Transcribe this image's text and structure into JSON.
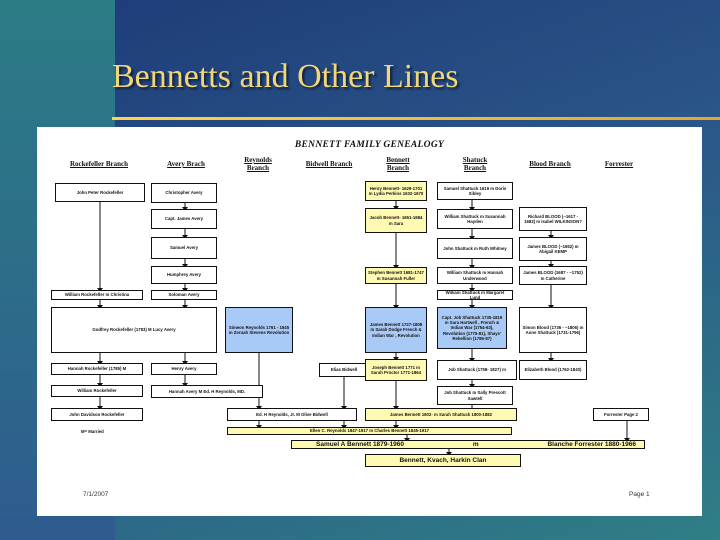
{
  "slide": {
    "title": "Bennetts and Other Lines"
  },
  "document": {
    "title": "BENNETT FAMILY GENEALOGY",
    "branches": [
      "Rockefeller Branch",
      "Avery Brach",
      "Reynolds\nBranch",
      "Bidwell Branch",
      "Bennett\nBranch",
      "Shatuck\nBranch",
      "Blood Branch",
      "Forrester"
    ],
    "boxes": {
      "john_peter_rockefeller": "John Peter Rockefeller",
      "christopher_avery": "Christopher Avery",
      "capt_james_avery": "Capt. James Avery",
      "samuel_avery": "Samuel Avery",
      "humphrey_avery": "Humphrey Avery",
      "william_rockefeller": "William Rockefeller  m Christina",
      "soloman_avery": "Soloman Avery",
      "godfrey_rockefeller": "Godfrey Rockefeller (1783)     M   Lucy Avery",
      "simeon_reynolds": "Simeon Reynolds 1761 - 1845  m  Zeruah Stevens     Revolution",
      "hannah_rockefeller": "Hannah Rockefeller (1785)   M",
      "henry_avery": "Henry Avery",
      "william_rockefeller_2": "William Rockefeller",
      "hannah_avery": "Hannah Avery     M    Ed. H Reynolds, MD.",
      "elias_bidwell": "Elias Bidwell",
      "john_davidson": "John Davidson Rockefeller",
      "ed_reynolds_jr": "Ed. H Reynolds, Jr.    M     Olive Bidwell",
      "ellen_reynolds": "Ellen C. Reynolds    1847-1917     m        Charles Bennett   1845-1917",
      "henry_bennett": "Henry Bennett- 1629-1701  m Lydia Perkins 1632-1670",
      "jacob_bennett": "Jacob Bennett- 1651-1684  m Sara",
      "stephen_bennett": "Stephen Bennett 1681-1747  m  Susannah Fuller",
      "james_bennett": "James Bennett  1727-1808  m Sarah Dodge  French & Indian War , Revolution",
      "joseph_bennett": "Joseph Bennett 1771  m  Sarah Proctor 1771-1864",
      "james_bennett_2": "James Bennett   1802-       m     Sarah Shattuck 1800-1882",
      "samuel_shattuck": "Samuel Shattuck 1619  m  Doris Sibley",
      "william_shattuck": "William Shattuck  m  Susannah Hayden",
      "john_shattuck": "John Shattuck   m       Ruth Whitney",
      "william_shattuck_2": "William Shattuck  m  Hannah Underwood",
      "william_shattuck_3": "William Shattuck  m  Margaret Lund",
      "capt_job_shattuck": "Capt. Job Shattuck  1735-1819   m   Sara Hartwell , French & Indian War (1754-63), Revolution (1775-81), Shays' Rebellion (1786-87)",
      "job_shattuck": "Job Shattuck (1758- 1827) m",
      "job_shattuck_2": "Job Shattuck   m  Sally Prescott Sawtell",
      "richard_blood": "Richard BLOOD (~1617 - 1683) m Isabel WILKINSON?",
      "james_blood": "James BLOOD (~1652)  m Abigail KEMP",
      "james_blood_2": "James BLOOD (1687 - ~1752) m Catherine",
      "simon_blood": "Simon Blood (1736 - ~1806) m Anne Shattuck (1731-1796)",
      "elizabeth_blood": "Elizabeth Blood (1762-1840)",
      "forrester": "Forrester   Page 2",
      "samuel_bennett": "Samuel A Bennett 1879-1960",
      "samuel_bennett_m": "m",
      "blanche_forrester": "Blanche Forrester 1880-1966",
      "clan": "Bennett, Kvach, Harkin Clan"
    },
    "note_married": "M= Married",
    "footer": {
      "date": "7/1/2007",
      "page": "Page 1"
    }
  },
  "colors": {
    "title_gold": "#f2d77a",
    "rule_gold": "#ffd54a",
    "highlight_yellow": "#fffab2",
    "highlight_blue": "#a9c9f6"
  }
}
